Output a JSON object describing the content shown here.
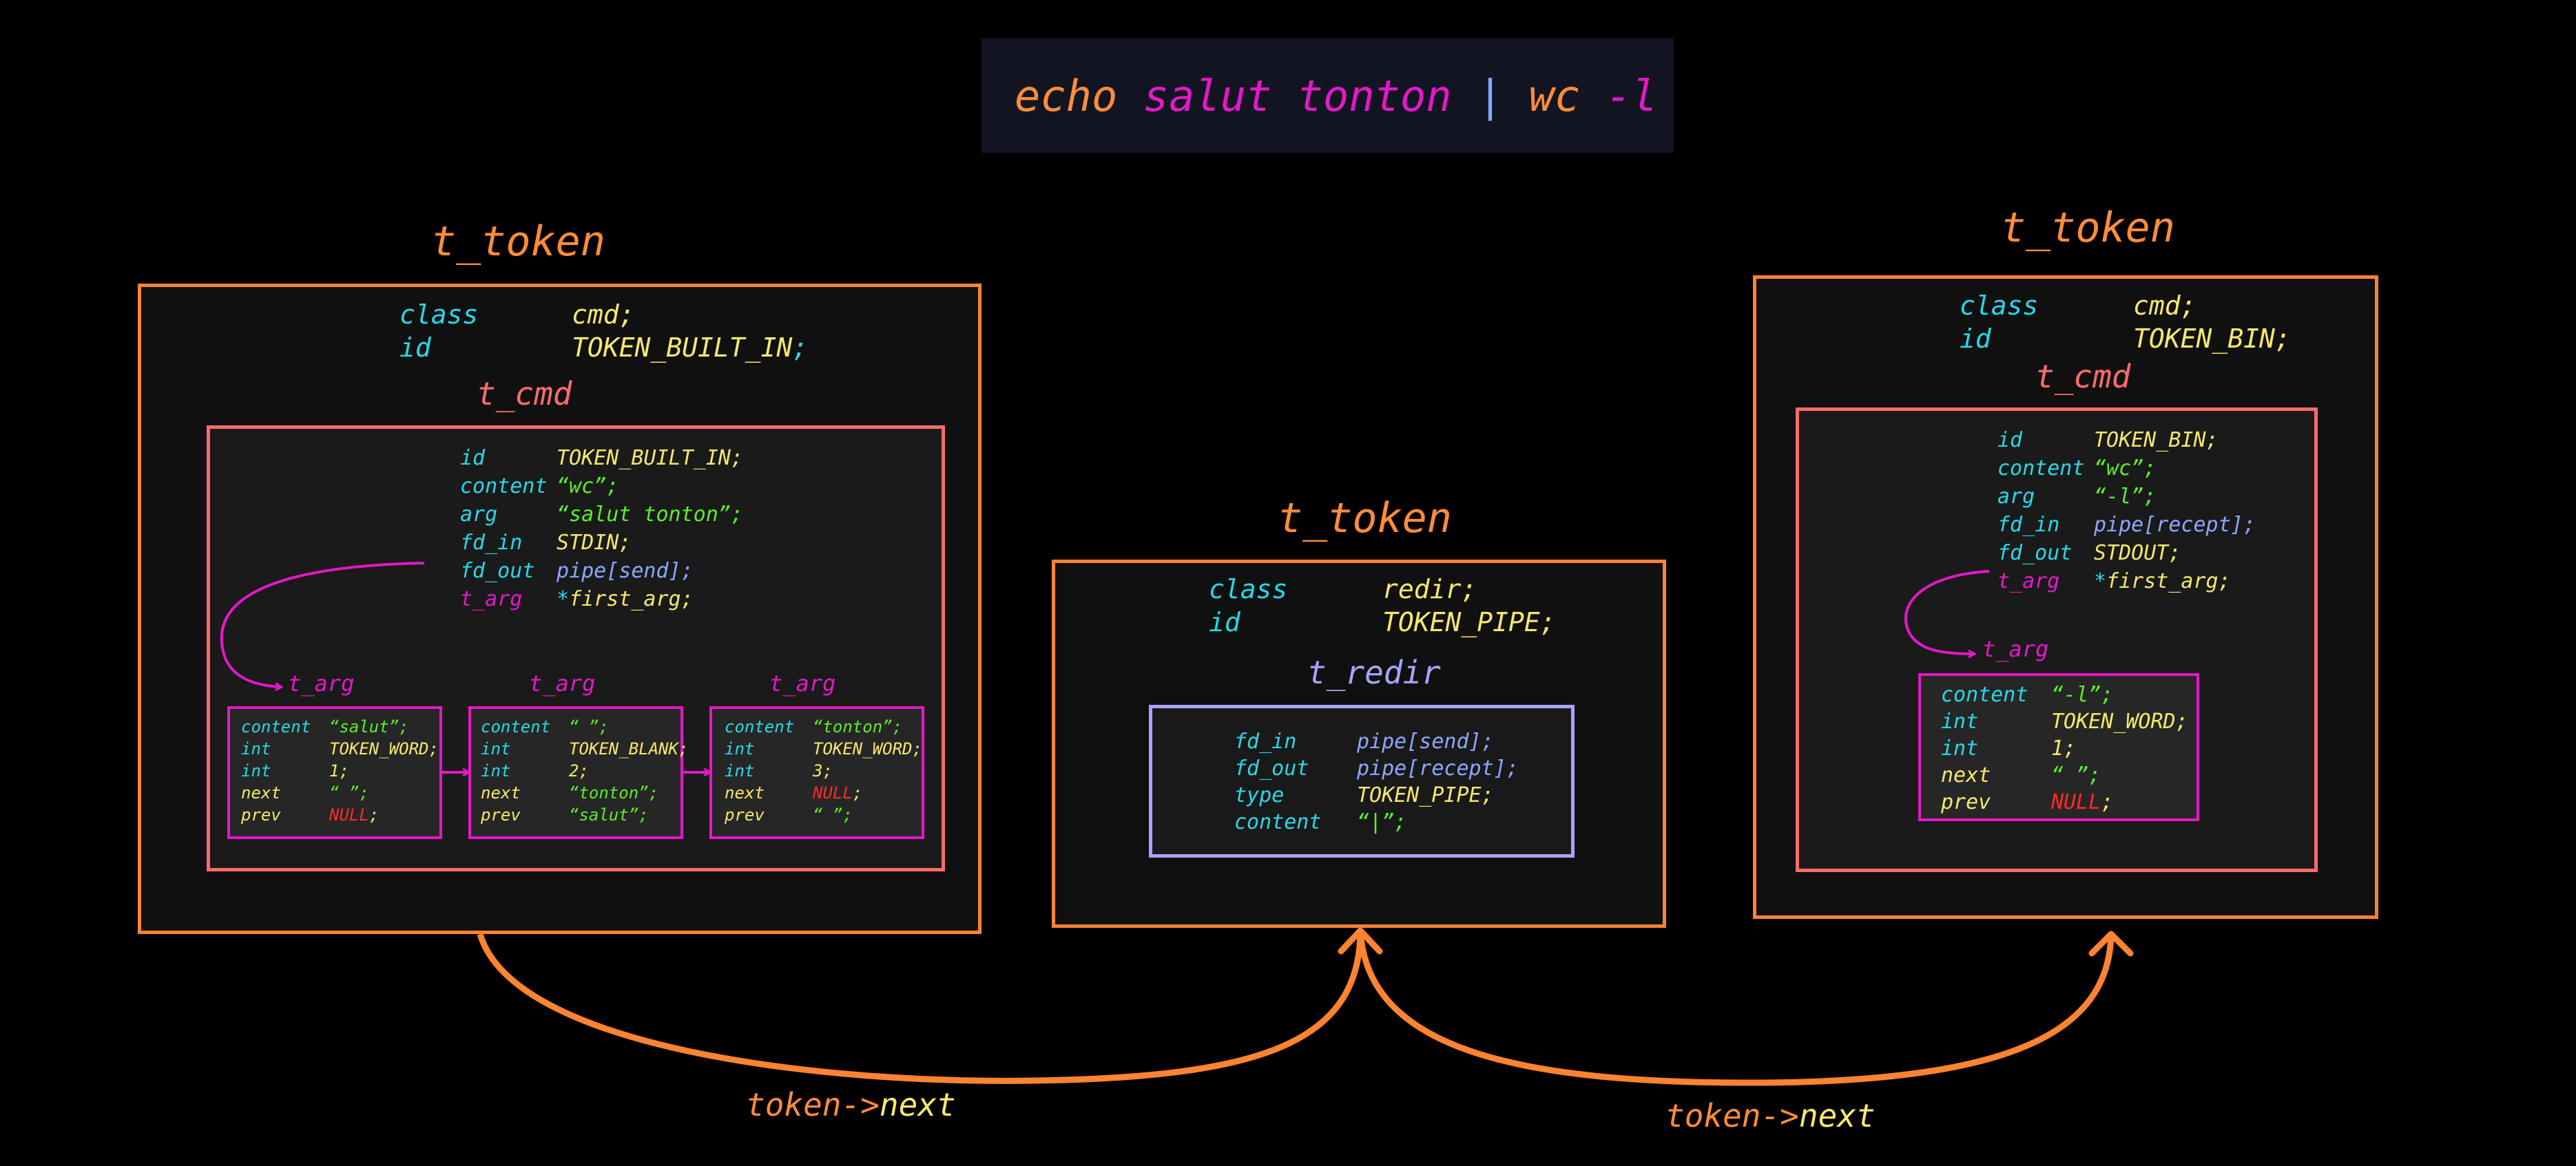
{
  "command": {
    "echo": "echo",
    "args": "salut tonton",
    "pipe": "|",
    "wc": "wc",
    "flag": "-l"
  },
  "left_token": {
    "title": "t_token",
    "class_key": "class",
    "class_val": "cmd",
    "class_semi": ";",
    "id_key": "id",
    "id_val": "TOKEN_BUILT_IN",
    "id_semi": ";",
    "cmd": {
      "title": "t_cmd",
      "id_key": "id",
      "id_val": "TOKEN_BUILT_IN;",
      "content_key": "content",
      "content_val": "“wc”;",
      "arg_key": "arg",
      "arg_val": "“salut tonton”;",
      "fdin_key": "fd_in",
      "fdin_val": "STDIN;",
      "fdout_key": "fd_out",
      "fdout_val": "pipe[send];",
      "targ_key": "t_arg",
      "targ_star": "*",
      "targ_val": "first_arg",
      "targ_semi": ";",
      "args": [
        {
          "label": "t_arg",
          "content_key": "content",
          "content_val": "“salut”;",
          "int1_key": "int",
          "int1_val": "TOKEN_WORD;",
          "int2_key": "int",
          "int2_val": "1;",
          "next_key": "next",
          "next_val": "“ ”;",
          "prev_key": "prev",
          "prev_val": "NULL",
          "prev_semi": ";"
        },
        {
          "label": "t_arg",
          "content_key": "content",
          "content_val": "“ ”;",
          "int1_key": "int",
          "int1_val": "TOKEN_BLANK;",
          "int2_key": "int",
          "int2_val": "2;",
          "next_key": "next",
          "next_val": "“tonton”;",
          "prev_key": "prev",
          "prev_val": "“salut”;",
          "prev_semi": ""
        },
        {
          "label": "t_arg",
          "content_key": "content",
          "content_val": "“tonton”;",
          "int1_key": "int",
          "int1_val": "TOKEN_WORD;",
          "int2_key": "int",
          "int2_val": "3;",
          "next_key": "next",
          "next_val": "NULL",
          "next_semi": ";",
          "prev_key": "prev",
          "prev_val": "“ ”;",
          "prev_semi": ""
        }
      ]
    }
  },
  "middle_token": {
    "title": "t_token",
    "class_key": "class",
    "class_val": "redir",
    "class_semi": ";",
    "id_key": "id",
    "id_val": "TOKEN_PIPE",
    "id_semi": ";",
    "redir": {
      "title": "t_redir",
      "fdin_key": "fd_in",
      "fdin_val": "pipe[send];",
      "fdout_key": "fd_out",
      "fdout_val": "pipe[recept];",
      "type_key": "type",
      "type_val": "TOKEN_PIPE;",
      "content_key": "content",
      "content_val": "“|”;"
    }
  },
  "right_token": {
    "title": "t_token",
    "class_key": "class",
    "class_val": "cmd",
    "class_semi": ";",
    "id_key": "id",
    "id_val": "TOKEN_BIN",
    "id_semi": ";",
    "cmd": {
      "title": "t_cmd",
      "id_key": "id",
      "id_val": "TOKEN_BIN;",
      "content_key": "content",
      "content_val": "“wc”;",
      "arg_key": "arg",
      "arg_val": "“-l”;",
      "fdin_key": "fd_in",
      "fdin_val": "pipe[recept];",
      "fdout_key": "fd_out",
      "fdout_val": "STDOUT;",
      "targ_key": "t_arg",
      "targ_star": "*",
      "targ_val": "first_arg",
      "targ_semi": ";",
      "arg": {
        "label": "t_arg",
        "content_key": "content",
        "content_val": "“-l”;",
        "int1_key": "int",
        "int1_val": "TOKEN_WORD;",
        "int2_key": "int",
        "int2_val": "1;",
        "next_key": "next",
        "next_val": "“ ”;",
        "prev_key": "prev",
        "prev_val": "NULL",
        "prev_semi": ";"
      }
    }
  },
  "links": [
    {
      "prefix": "token->",
      "field": "next"
    },
    {
      "prefix": "token->",
      "field": "next"
    }
  ],
  "colors": {
    "token_border": "#ff8330",
    "cmd_border": "#ff6b6b",
    "redir_border": "#a7a4ff",
    "arg_border": "#e418c8"
  }
}
